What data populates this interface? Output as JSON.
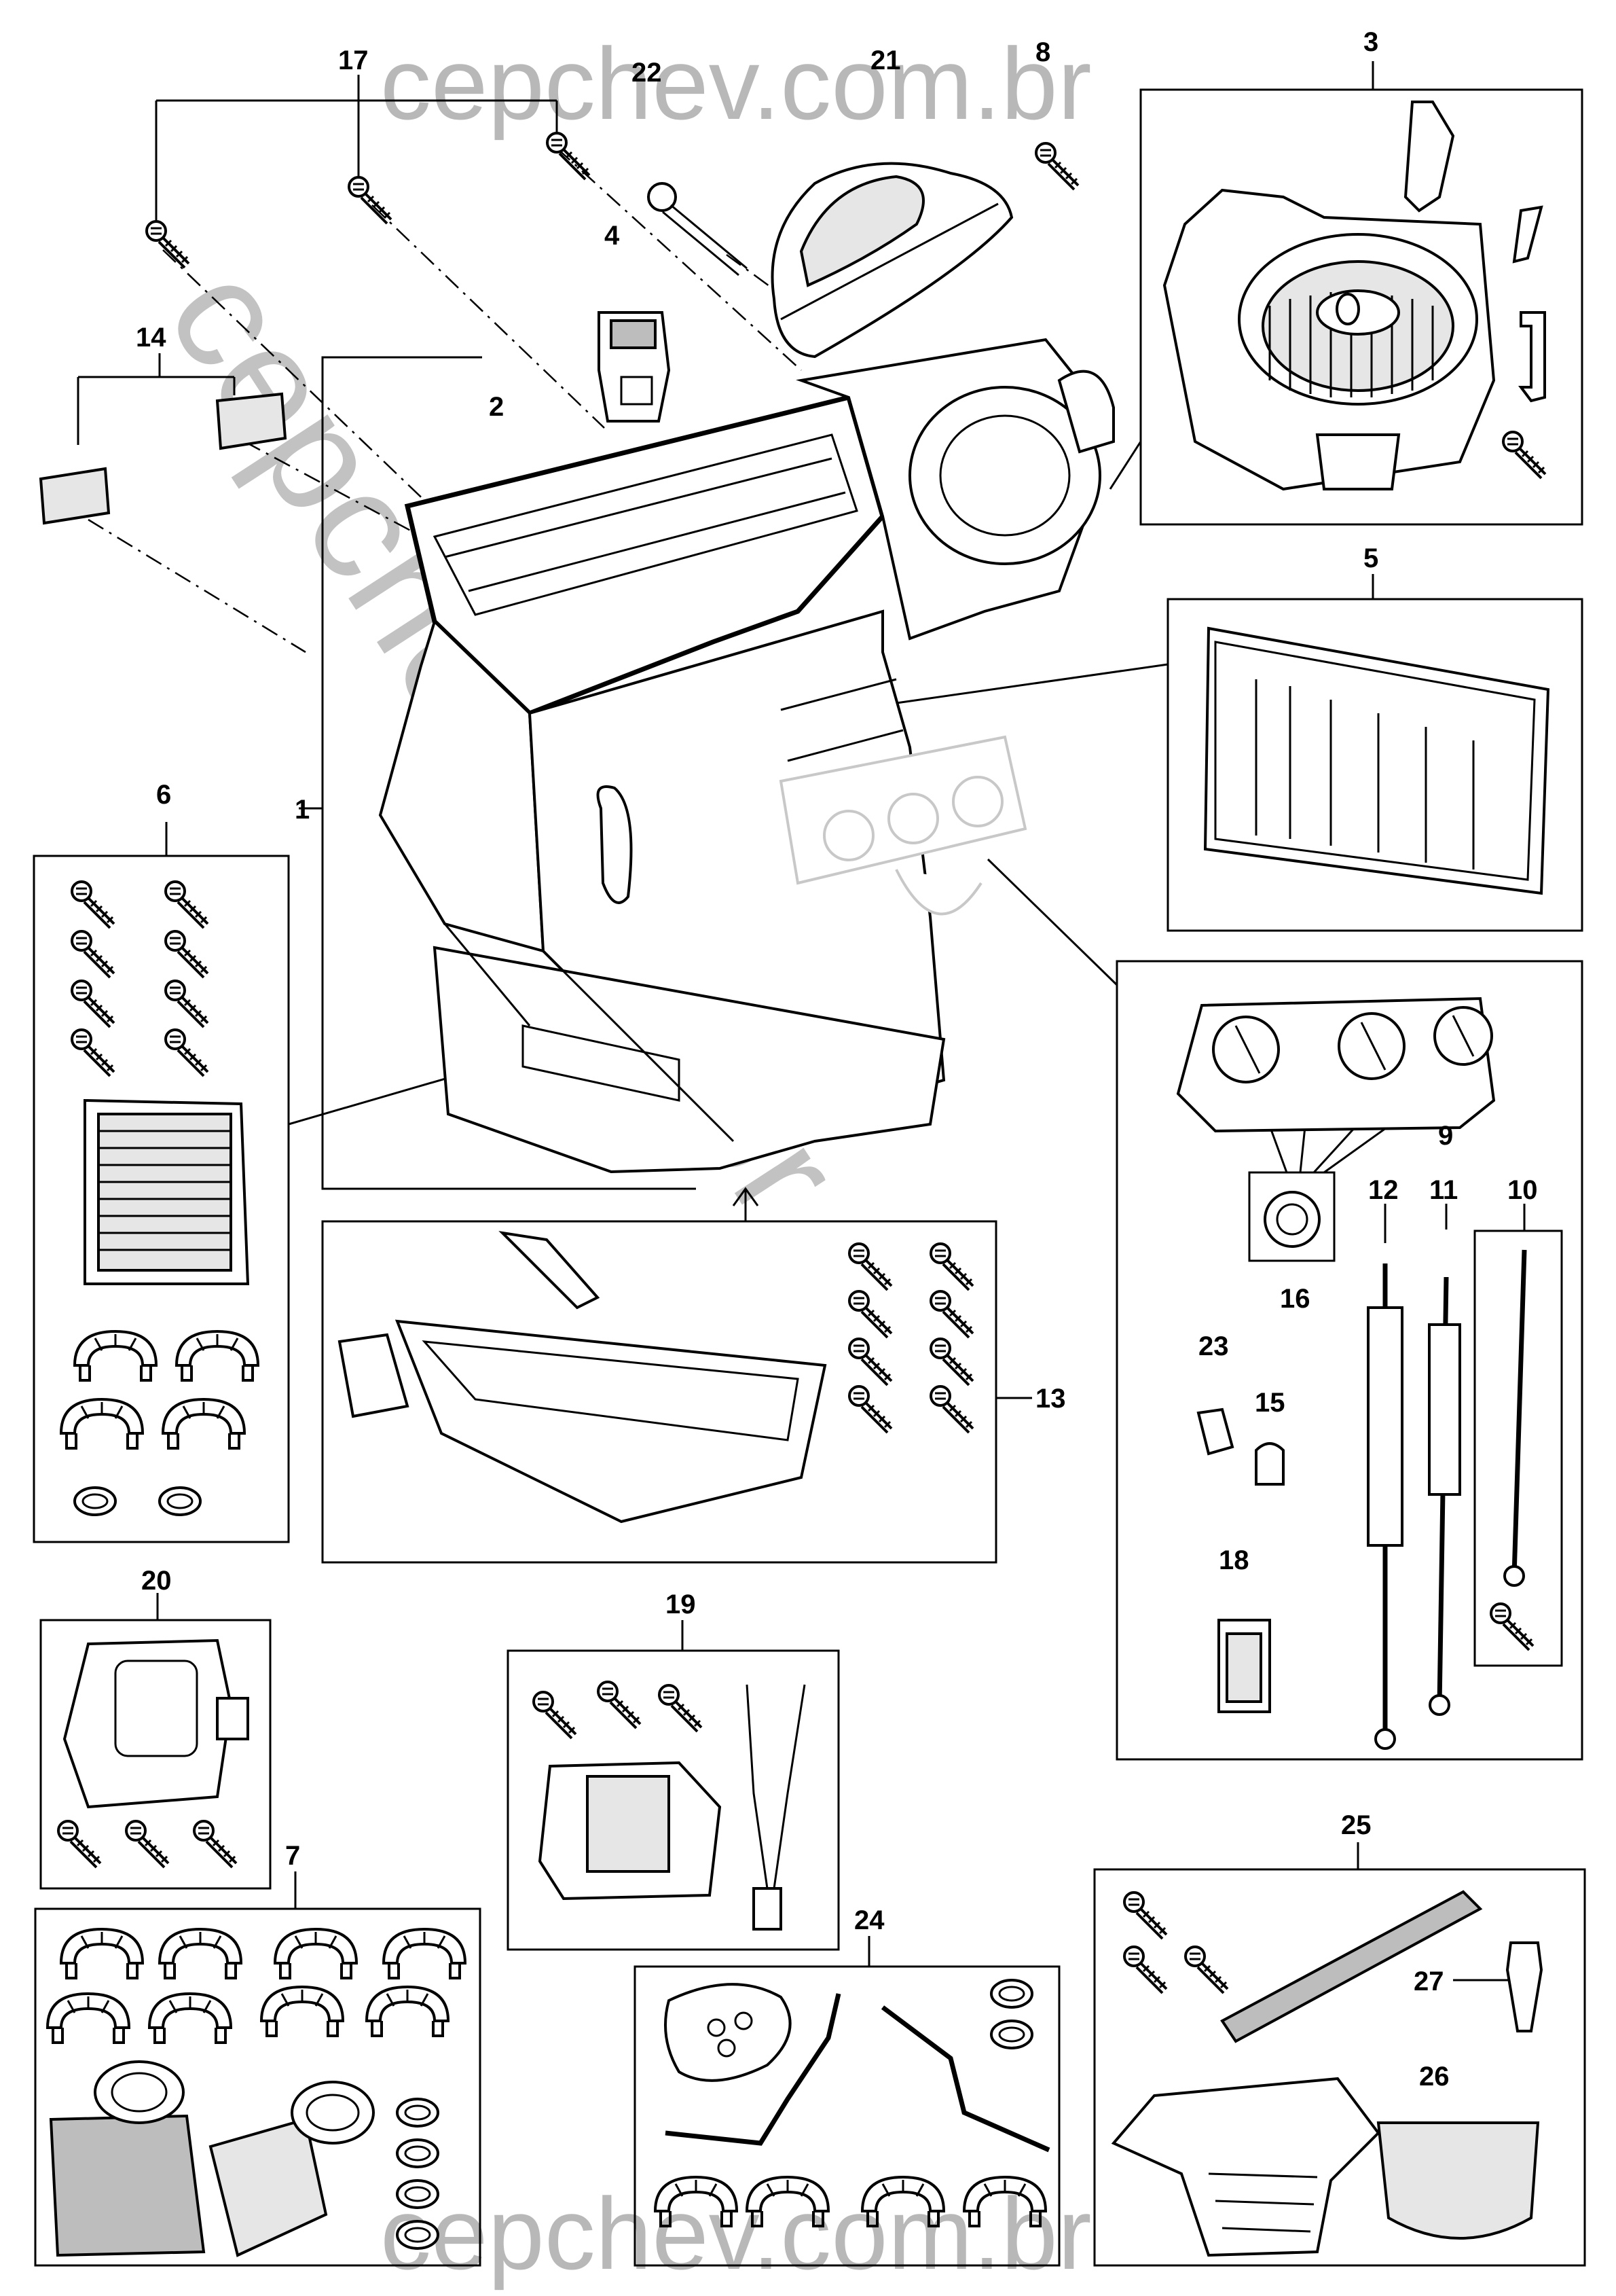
{
  "watermark": {
    "top": "cepchev.com.br",
    "bottom": "cepchev.com.br",
    "diagonal": "cepchev.com.br"
  },
  "callouts": [
    {
      "id": "c1",
      "label": "1"
    },
    {
      "id": "c2",
      "label": "2"
    },
    {
      "id": "c3",
      "label": "3"
    },
    {
      "id": "c4",
      "label": "4"
    },
    {
      "id": "c5",
      "label": "5"
    },
    {
      "id": "c6",
      "label": "6"
    },
    {
      "id": "c7",
      "label": "7"
    },
    {
      "id": "c8",
      "label": "8"
    },
    {
      "id": "c9",
      "label": "9"
    },
    {
      "id": "c10",
      "label": "10"
    },
    {
      "id": "c11",
      "label": "11"
    },
    {
      "id": "c12",
      "label": "12"
    },
    {
      "id": "c13",
      "label": "13"
    },
    {
      "id": "c14",
      "label": "14"
    },
    {
      "id": "c15",
      "label": "15"
    },
    {
      "id": "c16",
      "label": "16"
    },
    {
      "id": "c17",
      "label": "17"
    },
    {
      "id": "c18",
      "label": "18"
    },
    {
      "id": "c19",
      "label": "19"
    },
    {
      "id": "c20",
      "label": "20"
    },
    {
      "id": "c21",
      "label": "21"
    },
    {
      "id": "c22",
      "label": "22"
    },
    {
      "id": "c23",
      "label": "23"
    },
    {
      "id": "c24",
      "label": "24"
    },
    {
      "id": "c25",
      "label": "25"
    },
    {
      "id": "c26",
      "label": "26"
    },
    {
      "id": "c27",
      "label": "27"
    }
  ]
}
